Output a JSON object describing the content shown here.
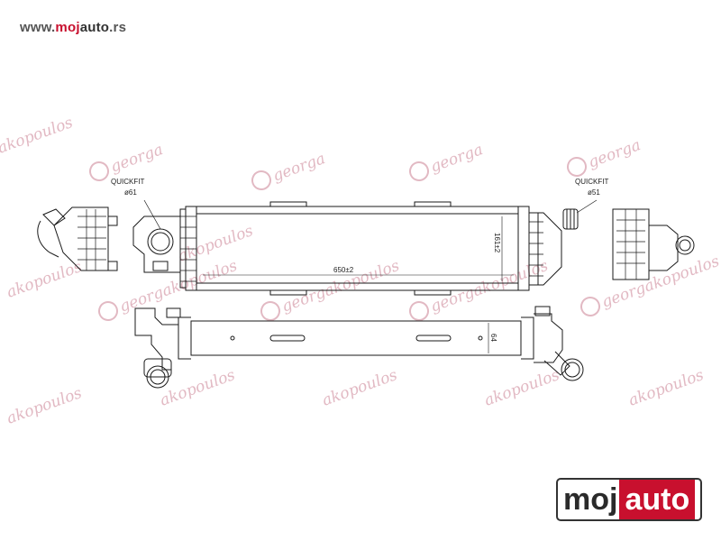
{
  "site": {
    "url_prefix": "www.",
    "url_brand_1": "moj",
    "url_brand_2": "auto",
    "url_suffix": ".rs"
  },
  "drawing": {
    "left_connector": {
      "label": "QUICKFIT",
      "diameter": "ø61"
    },
    "right_connector": {
      "label": "QUICKFIT",
      "diameter": "ø51"
    },
    "width_dimension": "650±2",
    "height_dimension": "161±2",
    "depth_dimension": "64"
  },
  "watermark": {
    "brand_top": "georgakopoulos",
    "brand_short": "georga",
    "brand_tail": "akopoulos"
  },
  "logo": {
    "part1": "moj",
    "part2": "auto"
  },
  "colors": {
    "brand_red": "#c8102e",
    "line": "#1a1a1a",
    "watermark": "#e2b9c3"
  }
}
